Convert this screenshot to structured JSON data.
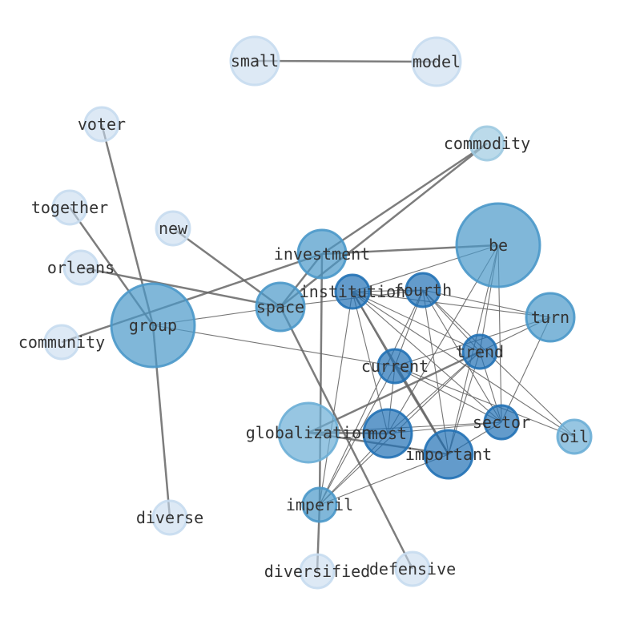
{
  "chart_data": {
    "type": "network",
    "title": "",
    "colors": {
      "light": "#c6dbef",
      "mid": "#6baed6",
      "dark": "#2171b5",
      "edge": "#666666"
    },
    "nodes": [
      {
        "id": "small",
        "label": "small",
        "weight": 1
      },
      {
        "id": "model",
        "label": "model",
        "weight": 1
      },
      {
        "id": "voter",
        "label": "voter",
        "weight": 1
      },
      {
        "id": "commodity",
        "label": "commodity",
        "weight": 2
      },
      {
        "id": "together",
        "label": "together",
        "weight": 1
      },
      {
        "id": "new",
        "label": "new",
        "weight": 1
      },
      {
        "id": "orleans",
        "label": "orleans",
        "weight": 1
      },
      {
        "id": "community",
        "label": "community",
        "weight": 1
      },
      {
        "id": "be",
        "label": "be",
        "weight": 6
      },
      {
        "id": "investment",
        "label": "investment",
        "weight": 6
      },
      {
        "id": "institution",
        "label": "institution",
        "weight": 9
      },
      {
        "id": "fourth",
        "label": "fourth",
        "weight": 9
      },
      {
        "id": "space",
        "label": "space",
        "weight": 6
      },
      {
        "id": "group",
        "label": "group",
        "weight": 6
      },
      {
        "id": "turn",
        "label": "turn",
        "weight": 5
      },
      {
        "id": "trend",
        "label": "trend",
        "weight": 9
      },
      {
        "id": "current",
        "label": "current",
        "weight": 9
      },
      {
        "id": "globalization",
        "label": "globalization",
        "weight": 4
      },
      {
        "id": "most",
        "label": "most",
        "weight": 7
      },
      {
        "id": "sector",
        "label": "sector",
        "weight": 9
      },
      {
        "id": "important",
        "label": "important",
        "weight": 8
      },
      {
        "id": "oil",
        "label": "oil",
        "weight": 3
      },
      {
        "id": "imperil",
        "label": "imperil",
        "weight": 5
      },
      {
        "id": "diverse",
        "label": "diverse",
        "weight": 1
      },
      {
        "id": "diversified",
        "label": "diversified",
        "weight": 1
      },
      {
        "id": "defensive",
        "label": "defensive",
        "weight": 1
      }
    ],
    "edges": [
      [
        "small",
        "model",
        2
      ],
      [
        "voter",
        "group",
        2
      ],
      [
        "together",
        "group",
        2
      ],
      [
        "new",
        "space",
        2
      ],
      [
        "orleans",
        "space",
        2
      ],
      [
        "community",
        "investment",
        2
      ],
      [
        "investment",
        "commodity",
        2
      ],
      [
        "space",
        "commodity",
        2
      ],
      [
        "group",
        "diverse",
        2
      ],
      [
        "investment",
        "be",
        2
      ],
      [
        "investment",
        "imperil",
        2
      ],
      [
        "investment",
        "space",
        2
      ],
      [
        "space",
        "defensive",
        2
      ],
      [
        "imperil",
        "diversified",
        2
      ],
      [
        "globalization",
        "trend",
        2
      ],
      [
        "globalization",
        "most",
        2
      ],
      [
        "globalization",
        "important",
        2
      ],
      [
        "institution",
        "important",
        2
      ],
      [
        "current",
        "important",
        2
      ],
      [
        "group",
        "space",
        1
      ],
      [
        "group",
        "current",
        1
      ],
      [
        "space",
        "fourth",
        1
      ],
      [
        "institution",
        "be",
        1
      ],
      [
        "institution",
        "fourth",
        1
      ],
      [
        "institution",
        "turn",
        1
      ],
      [
        "institution",
        "trend",
        1
      ],
      [
        "institution",
        "sector",
        1
      ],
      [
        "institution",
        "oil",
        1
      ],
      [
        "institution",
        "most",
        1
      ],
      [
        "institution",
        "imperil",
        1
      ],
      [
        "institution",
        "current",
        1
      ],
      [
        "fourth",
        "turn",
        1
      ],
      [
        "fourth",
        "trend",
        1
      ],
      [
        "fourth",
        "sector",
        1
      ],
      [
        "fourth",
        "important",
        1
      ],
      [
        "fourth",
        "current",
        1
      ],
      [
        "fourth",
        "imperil",
        1
      ],
      [
        "fourth",
        "oil",
        1
      ],
      [
        "be",
        "trend",
        1
      ],
      [
        "be",
        "sector",
        1
      ],
      [
        "be",
        "most",
        1
      ],
      [
        "be",
        "important",
        1
      ],
      [
        "turn",
        "current",
        1
      ],
      [
        "turn",
        "sector",
        1
      ],
      [
        "turn",
        "trend",
        1
      ],
      [
        "trend",
        "most",
        1
      ],
      [
        "trend",
        "important",
        1
      ],
      [
        "trend",
        "sector",
        1
      ],
      [
        "trend",
        "imperil",
        1
      ],
      [
        "current",
        "sector",
        1
      ],
      [
        "current",
        "most",
        1
      ],
      [
        "current",
        "oil",
        1
      ],
      [
        "current",
        "imperil",
        1
      ],
      [
        "most",
        "sector",
        1
      ],
      [
        "globalization",
        "sector",
        1
      ],
      [
        "important",
        "sector",
        1
      ],
      [
        "important",
        "imperil",
        1
      ],
      [
        "most",
        "imperil",
        1
      ]
    ]
  }
}
